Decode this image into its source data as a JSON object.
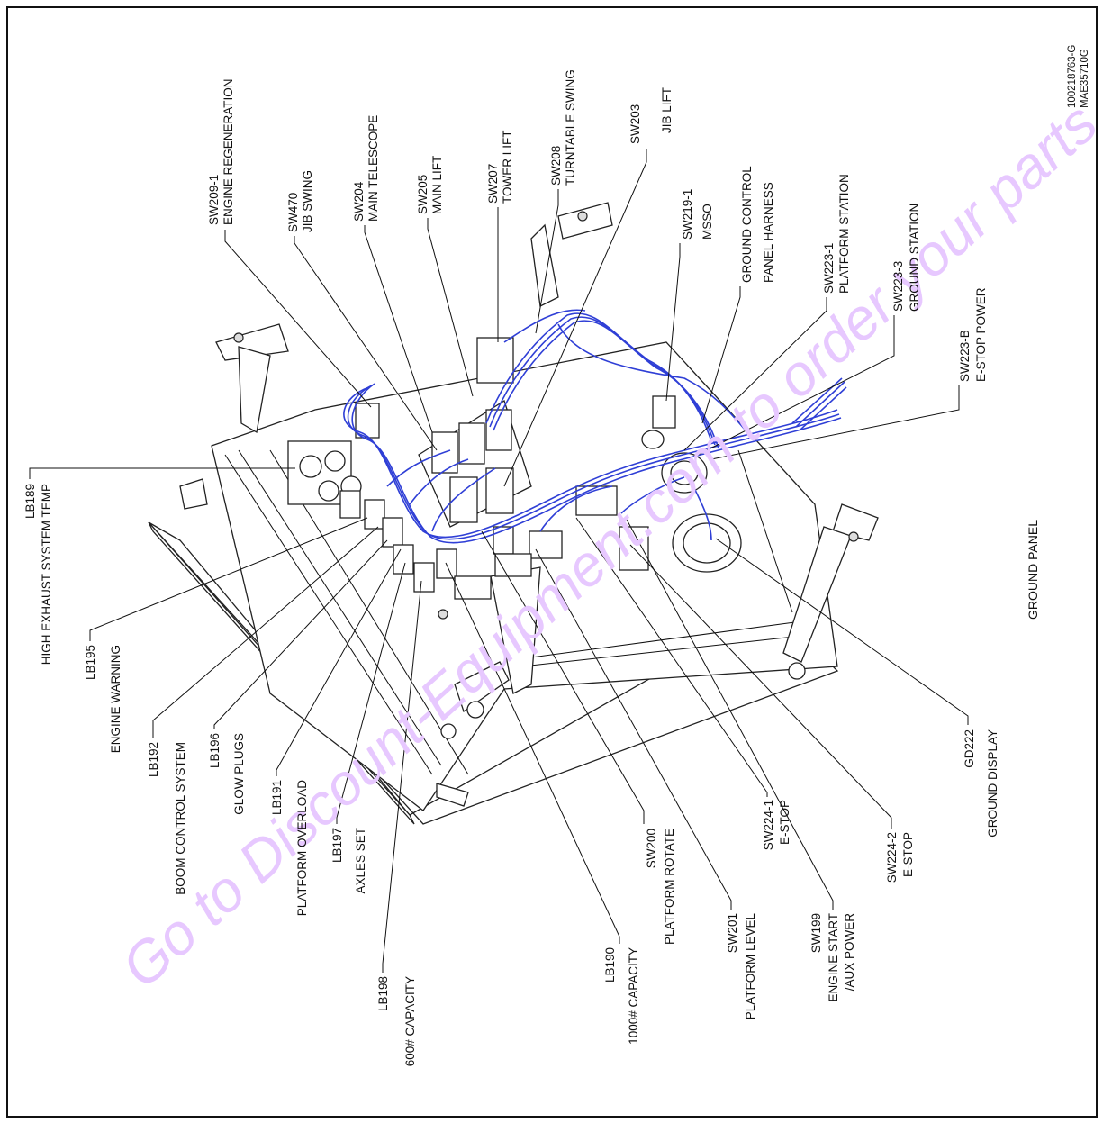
{
  "document": {
    "part_numbers": [
      "100218763-G",
      "MAE35710G"
    ],
    "panel_title": "GROUND PANEL",
    "watermark": "Go to Discount-Equipment.com to order your parts"
  },
  "callouts": [
    {
      "code": "SW209-1",
      "desc": "ENGINE REGENERATION"
    },
    {
      "code": "SW470",
      "desc": "JIB SWING"
    },
    {
      "code": "SW204",
      "desc": "MAIN TELESCOPE"
    },
    {
      "code": "SW205",
      "desc": "MAIN LIFT"
    },
    {
      "code": "SW207",
      "desc": "TOWER LIFT"
    },
    {
      "code": "SW208",
      "desc": "TURNTABLE SWING"
    },
    {
      "code": "SW203",
      "desc": "JIB LIFT"
    },
    {
      "code": "SW219-1",
      "desc": "MSSO"
    },
    {
      "code": "GROUND CONTROL",
      "desc": "PANEL HARNESS"
    },
    {
      "code": "SW223-1",
      "desc": "PLATFORM STATION"
    },
    {
      "code": "SW223-3",
      "desc": "GROUND STATION"
    },
    {
      "code": "SW223-B",
      "desc": "E-STOP POWER"
    },
    {
      "code": "LB189",
      "desc": "HIGH EXHAUST SYSTEM TEMP"
    },
    {
      "code": "LB195",
      "desc": "ENGINE WARNING"
    },
    {
      "code": "LB192",
      "desc": "BOOM CONTROL SYSTEM"
    },
    {
      "code": "LB196",
      "desc": "GLOW PLUGS"
    },
    {
      "code": "LB191",
      "desc": "PLATFORM OVERLOAD"
    },
    {
      "code": "LB197",
      "desc": "AXLES SET"
    },
    {
      "code": "LB198",
      "desc": "600# CAPACITY"
    },
    {
      "code": "LB190",
      "desc": "1000# CAPACITY"
    },
    {
      "code": "SW200",
      "desc": "PLATFORM ROTATE"
    },
    {
      "code": "SW201",
      "desc": "PLATFORM LEVEL"
    },
    {
      "code": "SW224-1",
      "desc": "E-STOP"
    },
    {
      "code": "SW199",
      "desc": "ENGINE START",
      "desc2": "/AUX POWER"
    },
    {
      "code": "SW224-2",
      "desc": "E-STOP"
    },
    {
      "code": "GD222",
      "desc": "GROUND DISPLAY"
    }
  ]
}
